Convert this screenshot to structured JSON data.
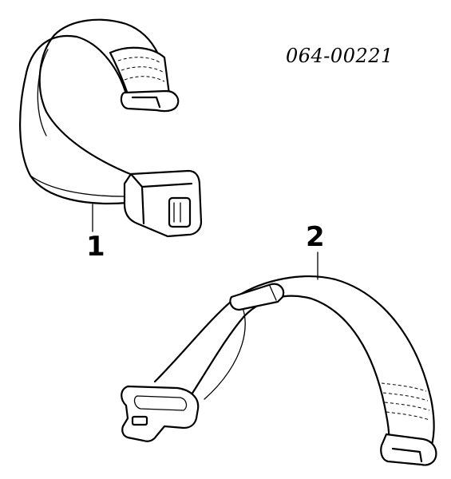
{
  "diagram": {
    "part_code": "064-00221",
    "callouts": [
      {
        "label": "1"
      },
      {
        "label": "2"
      }
    ]
  }
}
